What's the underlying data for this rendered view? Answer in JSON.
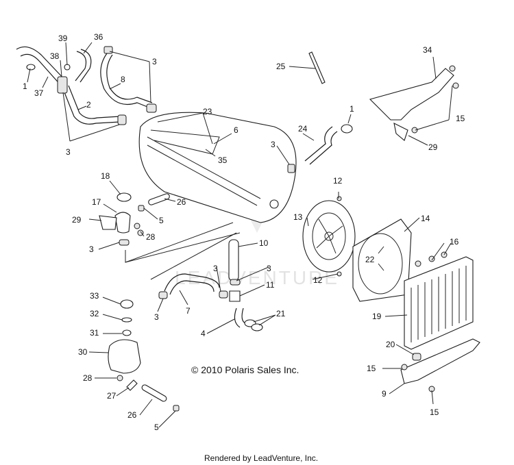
{
  "copyright": "© 2010 Polaris Sales Inc.",
  "rendered_by": "Rendered by LeadVenture, Inc.",
  "watermark": "LEADVENTURE",
  "callouts": [
    "1",
    "37",
    "38",
    "39",
    "36",
    "3",
    "8",
    "2",
    "3",
    "23",
    "6",
    "35",
    "3",
    "25",
    "24",
    "1",
    "34",
    "15",
    "29",
    "18",
    "26",
    "17",
    "5",
    "29",
    "28",
    "3",
    "10",
    "12",
    "13",
    "14",
    "16",
    "22",
    "12",
    "3",
    "3",
    "11",
    "7",
    "3",
    "21",
    "4",
    "33",
    "32",
    "31",
    "30",
    "28",
    "19",
    "20",
    "15",
    "9",
    "15",
    "27",
    "26",
    "5"
  ]
}
